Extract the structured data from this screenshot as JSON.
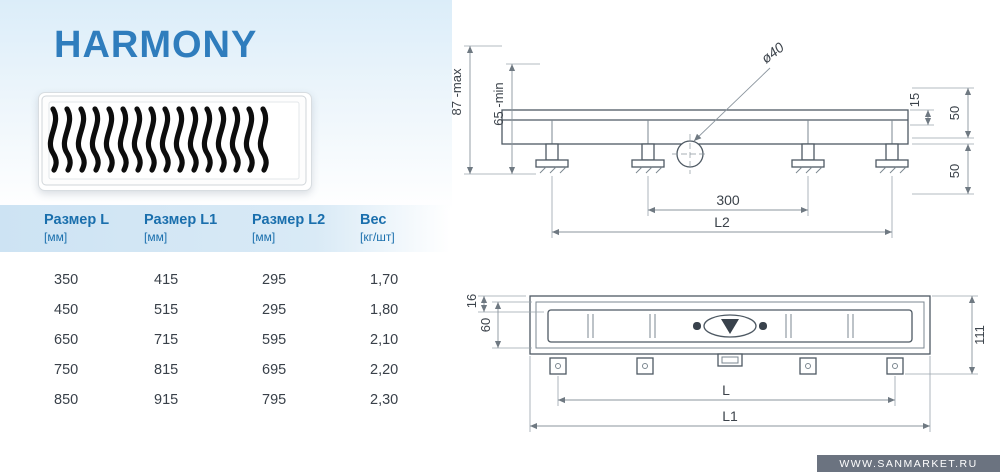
{
  "title": "HARMONY",
  "table": {
    "headers": [
      {
        "label": "Размер L",
        "unit": "[мм]"
      },
      {
        "label": "Размер L1",
        "unit": "[мм]"
      },
      {
        "label": "Размер L2",
        "unit": "[мм]"
      },
      {
        "label": "Вес",
        "unit": "[кг/шт]"
      }
    ],
    "rows": [
      [
        "350",
        "415",
        "295",
        "1,70"
      ],
      [
        "450",
        "515",
        "295",
        "1,80"
      ],
      [
        "650",
        "715",
        "595",
        "2,10"
      ],
      [
        "750",
        "815",
        "695",
        "2,20"
      ],
      [
        "850",
        "915",
        "795",
        "2,30"
      ]
    ]
  },
  "drawing": {
    "side_view": {
      "h_max": "87 -max",
      "h_min": "65 -min",
      "diameter": "ø40",
      "dim15": "15",
      "dim50_top": "50",
      "dim50_bottom": "50",
      "dim300": "300",
      "dimL2": "L2"
    },
    "plan_view": {
      "dim16": "16",
      "dim60": "60",
      "dim111": "111",
      "dimL": "L",
      "dimL1": "L1"
    }
  },
  "watermark": "WWW.SANMARKET.RU",
  "colors": {
    "accent": "#2f7dbd",
    "header_text": "#1a6fad",
    "header_band": "#cfe4f3",
    "line": "#4e5963",
    "watermark_bg": "#6b7380"
  }
}
